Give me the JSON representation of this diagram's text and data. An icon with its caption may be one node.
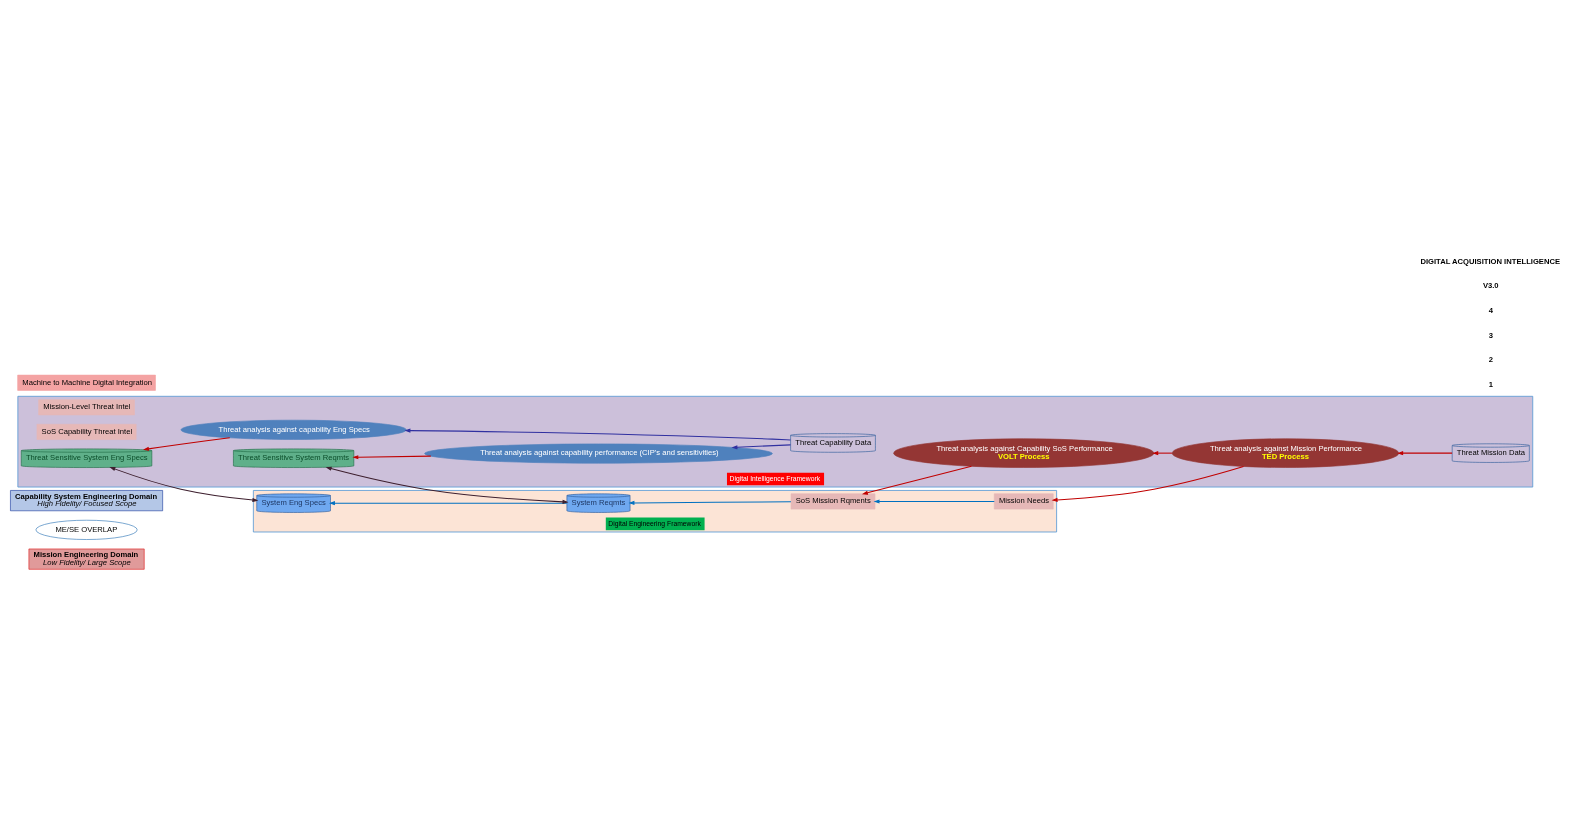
{
  "diagram": {
    "nodes": [
      {
        "text": [
          "Mission Engineering Domain",
          "Low Fidelity/ Large Scope"
        ]
      },
      {
        "text": [
          "ME/SE OVERLAP"
        ]
      },
      {
        "text": [
          "Capability System Engineering Domain",
          "High Fidelity/ Focused Scope"
        ]
      },
      {
        "text": [
          "Digital Engineering Framework"
        ]
      },
      {
        "text": [
          "Mission Needs"
        ],
        "in": 3
      },
      {
        "text": [
          "SoS Mission Rqments"
        ],
        "in": 3
      },
      {
        "text": [
          "System Reqmts"
        ],
        "in": 3
      },
      {
        "text": [
          "System Eng Specs"
        ],
        "in": 3
      },
      {
        "text": [
          "Digital Intelligence Framework"
        ]
      },
      {
        "text": [
          "Threat analysis against Mission Performance",
          "TED Process"
        ],
        "in": 8
      },
      {
        "text": [
          "Threat Mission Data"
        ],
        "in": 8
      },
      {
        "text": [
          "Threat analysis against Capability SoS Performance",
          "VOLT Process"
        ],
        "in": 8
      },
      {
        "text": [
          "Mission-Level Threat Intel"
        ],
        "in": 8
      },
      {
        "text": [
          "SoS Capability Threat Intel"
        ],
        "in": 8
      },
      {
        "text": [
          "Threat Sensitive System Reqmts"
        ],
        "in": 8
      },
      {
        "text": [
          "Threat Sensitive System Eng Specs"
        ],
        "in": 8
      },
      {
        "text": [
          "Threat analysis against capability performance (CIP's and sensitivities)"
        ],
        "in": 8
      },
      {
        "text": [
          "Threat analysis against capability Eng Specs"
        ],
        "in": 8
      },
      {
        "text": [
          "Threat Capability Data"
        ],
        "in": 8
      },
      {
        "text": [
          "Machine to Machine Digital Integration"
        ]
      }
    ],
    "edges": [
      {
        "from": 9,
        "to": 4,
        "arrow": "to"
      },
      {
        "from": 10,
        "to": 9,
        "arrow": "to"
      },
      {
        "from": 9,
        "to": 11,
        "arrow": "to"
      },
      {
        "from": 11,
        "to": 5,
        "arrow": "to"
      },
      {
        "from": 4,
        "to": 5,
        "arrow": "to",
        "color": "#0070c0"
      },
      {
        "from": 5,
        "to": 6,
        "arrow": "to",
        "color": "#0070c0"
      },
      {
        "from": 6,
        "to": 7,
        "arrow": "to",
        "color": "#0070c0"
      },
      {
        "from": 6,
        "to": 14,
        "arrow": "both",
        "color": "#3d1f2e"
      },
      {
        "from": 7,
        "to": 15,
        "arrow": "both",
        "color": "#3d1f2e"
      },
      {
        "from": 16,
        "to": 14,
        "arrow": "to"
      },
      {
        "from": 17,
        "to": 15,
        "arrow": "to"
      },
      {
        "from": 18,
        "to": 16,
        "arrow": "to",
        "color": "#3030a0"
      },
      {
        "from": 18,
        "to": 17,
        "arrow": "to",
        "color": "#3030a0"
      }
    ],
    "labels": [
      "1",
      "2",
      "3",
      "4",
      "V3.0",
      "DIGITAL ACQUISITION INTELLIGENCE"
    ]
  }
}
